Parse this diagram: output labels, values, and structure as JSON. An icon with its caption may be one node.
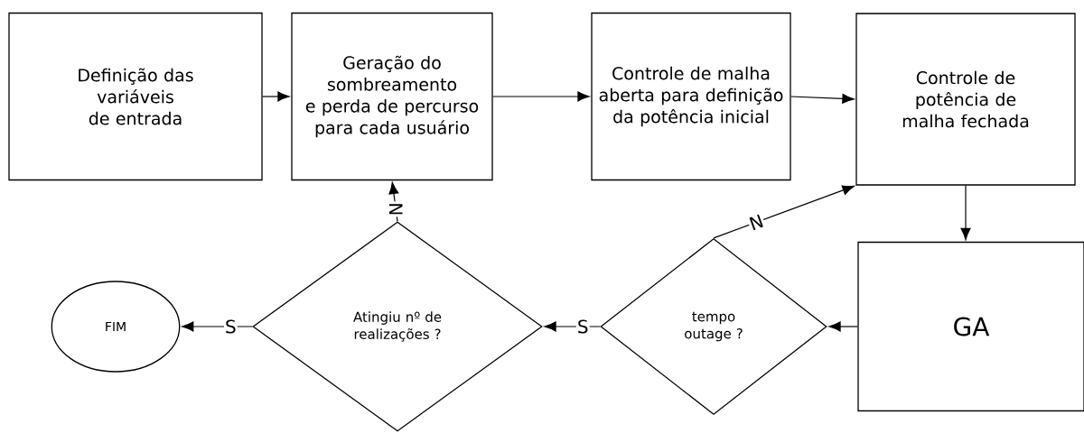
{
  "diagram": {
    "nodes": [
      {
        "text": [
          "Definição das variáveis de entrada"
        ]
      },
      {
        "text": [
          "Geração do sombreamento e perda de percurso para cada usuário"
        ]
      },
      {
        "text": [
          "Controle de malha aberta para definição da potência inicial"
        ]
      },
      {
        "text": [
          "Controle de potência de malha fechada"
        ]
      },
      {
        "text": [
          "GA"
        ]
      },
      {
        "text": [
          "tempo outage ?"
        ]
      },
      {
        "text": [
          "Atingiu nº de realizações ?"
        ]
      },
      {
        "text": [
          "FIM"
        ]
      }
    ],
    "edges": [
      {
        "from": 0,
        "to": 1,
        "arrow": "to"
      },
      {
        "from": 1,
        "to": 2,
        "arrow": "to"
      },
      {
        "from": 2,
        "to": 3,
        "arrow": "to"
      },
      {
        "from": 3,
        "to": 4,
        "arrow": "to"
      },
      {
        "from": 4,
        "to": 5,
        "arrow": "to"
      },
      {
        "from": 5,
        "to": 3,
        "arrow": "to",
        "label": "N"
      },
      {
        "from": 5,
        "to": 6,
        "arrow": "to",
        "label": "S"
      },
      {
        "from": 6,
        "to": 1,
        "arrow": "to",
        "label": "N"
      },
      {
        "from": 6,
        "to": 7,
        "arrow": "to",
        "label": "S"
      }
    ]
  }
}
